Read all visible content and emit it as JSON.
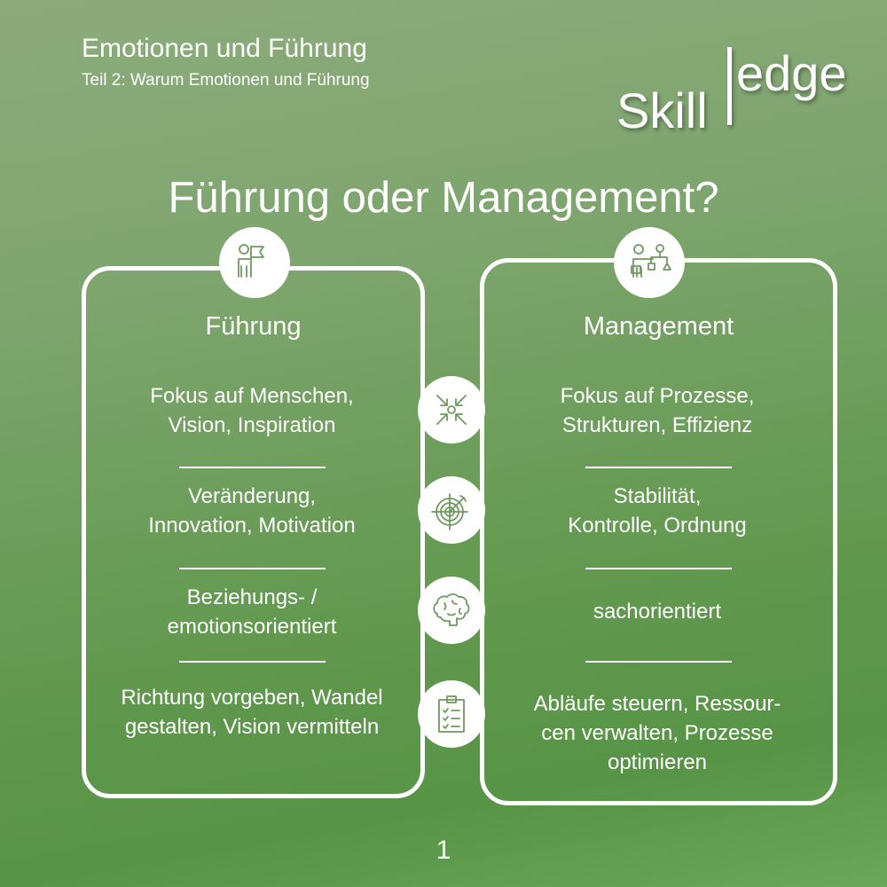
{
  "header": {
    "series": "Emotionen und Führung",
    "subtitle": "Teil 2: Warum Emotionen und Führung"
  },
  "logo": {
    "left": "Skill",
    "right": "edge"
  },
  "title": "Führung oder Management?",
  "left": {
    "heading": "Führung",
    "items": [
      "Fokus auf Menschen, Vision, Inspiration",
      "Veränderung, Innovation, Motivation",
      "Beziehungs- / emotionsorientiert",
      "Richtung vorgeben, Wandel gestalten, Vision vermitteln"
    ],
    "lines": [
      [
        "Fokus auf Menschen,",
        "Vision, Inspiration"
      ],
      [
        "Veränderung,",
        "Innovation, Motivation"
      ],
      [
        "Beziehungs- /",
        "emotionsorientiert"
      ],
      [
        "Richtung vorgeben, Wandel",
        "gestalten, Vision vermitteln"
      ]
    ]
  },
  "right": {
    "heading": "Management",
    "lines": [
      [
        "Fokus auf Prozesse,",
        "Strukturen, Effizienz"
      ],
      [
        "Stabilität,",
        "Kontrolle, Ordnung"
      ],
      [
        "sachorientiert"
      ],
      [
        "Abläufe steuern, Ressour-",
        "cen verwalten, Prozesse",
        "optimieren"
      ]
    ]
  },
  "icons": [
    "leader-flag-icon",
    "manager-org-icon",
    "focus-arrows-icon",
    "target-icon",
    "brain-icon",
    "clipboard-checklist-icon"
  ],
  "page_number": "1"
}
